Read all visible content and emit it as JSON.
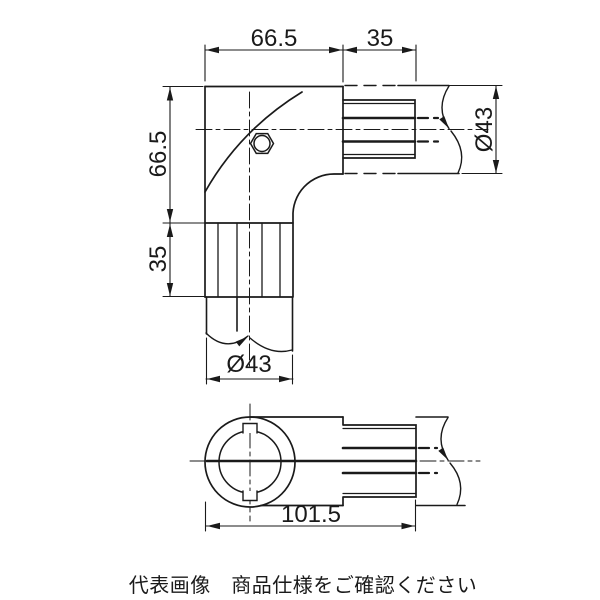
{
  "drawing": {
    "type": "technical-drawing-elbow-pipe-joint",
    "front_view": {
      "dim_width_top": "66.5",
      "dim_insert_top": "35",
      "dim_height_left": "66.5",
      "dim_insert_left": "35",
      "dim_dia_right": "Ø43",
      "dim_dia_bottom": "Ø43"
    },
    "side_view": {
      "dim_length_overall": "101.5"
    },
    "caption": "代表画像　商品仕様をご確認ください"
  },
  "colors": {
    "line": "#1a1a1a",
    "background": "#ffffff"
  }
}
